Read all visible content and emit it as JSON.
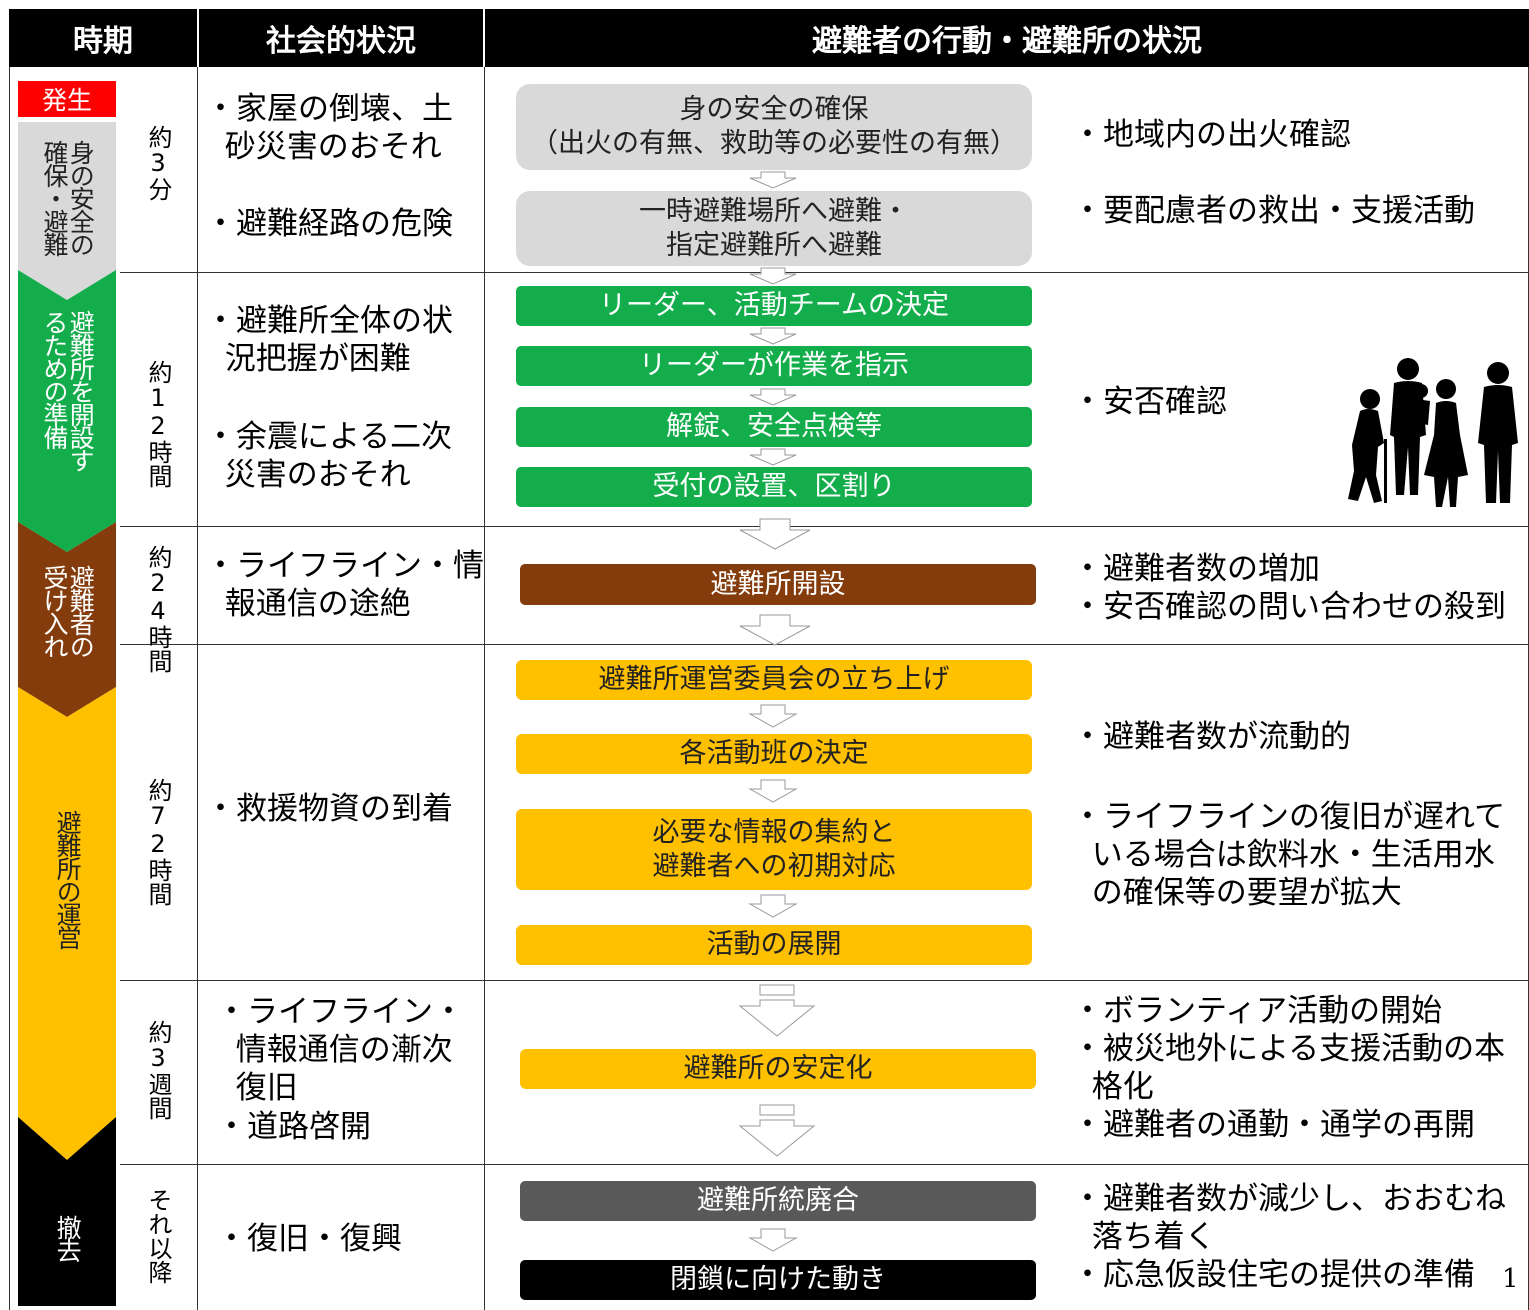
{
  "header": {
    "col_period": "時期",
    "col_social": "社会的状況",
    "col_actions": "避難者の行動・避難所の状況"
  },
  "phases": {
    "occurrence": "発生",
    "safety": "身の安全の確保・避難",
    "prepare": "避難所を開設するための準備",
    "accept": "避難者の受け入れ",
    "operate": "避難所の運営",
    "withdraw": "撤去"
  },
  "periods": [
    "約3分",
    "約12時間",
    "約24時間",
    "約72時間",
    "約3週間",
    "それ以降"
  ],
  "social": {
    "r1a": "・家屋の倒壊、土\n  砂災害のおそれ",
    "r1b": "・避難経路の危険",
    "r2a": "・避難所全体の状\n  況把握が困難",
    "r2b": "・余震による二次\n  災害のおそれ",
    "r3a": "・ライフライン・情\n  報通信の途絶",
    "r4a": "・救援物資の到着",
    "r5a": "・ライフライン・\n  情報通信の漸次\n  復旧",
    "r5b": "・道路啓開",
    "r6a": "・復旧・復興"
  },
  "steps": {
    "s1": "身の安全の確保\n（出火の有無、救助等の必要性の有無）",
    "s2": "一時避難場所へ避難・\n指定避難所へ避難",
    "s3": "リーダー、活動チームの決定",
    "s4": "リーダーが作業を指示",
    "s5": "解錠、安全点検等",
    "s6": "受付の設置、区割り",
    "s7": "避難所開設",
    "s8": "避難所運営委員会の立ち上げ",
    "s9": "各活動班の決定",
    "s10": "必要な情報の集約と\n避難者への初期対応",
    "s11": "活動の展開",
    "s12": "避難所の安定化",
    "s13": "避難所統廃合",
    "s14": "閉鎖に向けた動き"
  },
  "notes": {
    "n1": "・地域内の出火確認",
    "n2": "・要配慮者の救出・支援活動",
    "n3": "・安否確認",
    "n4": "・避難者数の増加\n・安否確認の問い合わせの殺到",
    "n5": "・避難者数が流動的",
    "n6": "・ライフラインの復旧が遅れて\n  いる場合は飲料水・生活用水\n  の確保等の要望が拡大",
    "n7": "・ボランティア活動の開始\n・被災地外による支援活動の本\n  格化\n・避難者の通勤・通学の再開",
    "n8": "・避難者数が減少し、おおむね\n  落ち着く\n・応急仮設住宅の提供の準備"
  },
  "page_number": "1",
  "colors": {
    "occurrence": "#ff0000",
    "safety": "#d9d9d9",
    "prepare": "#13ad4b",
    "accept": "#843c0c",
    "operate": "#ffc000",
    "withdraw": "#000000",
    "consolidate": "#595959"
  }
}
